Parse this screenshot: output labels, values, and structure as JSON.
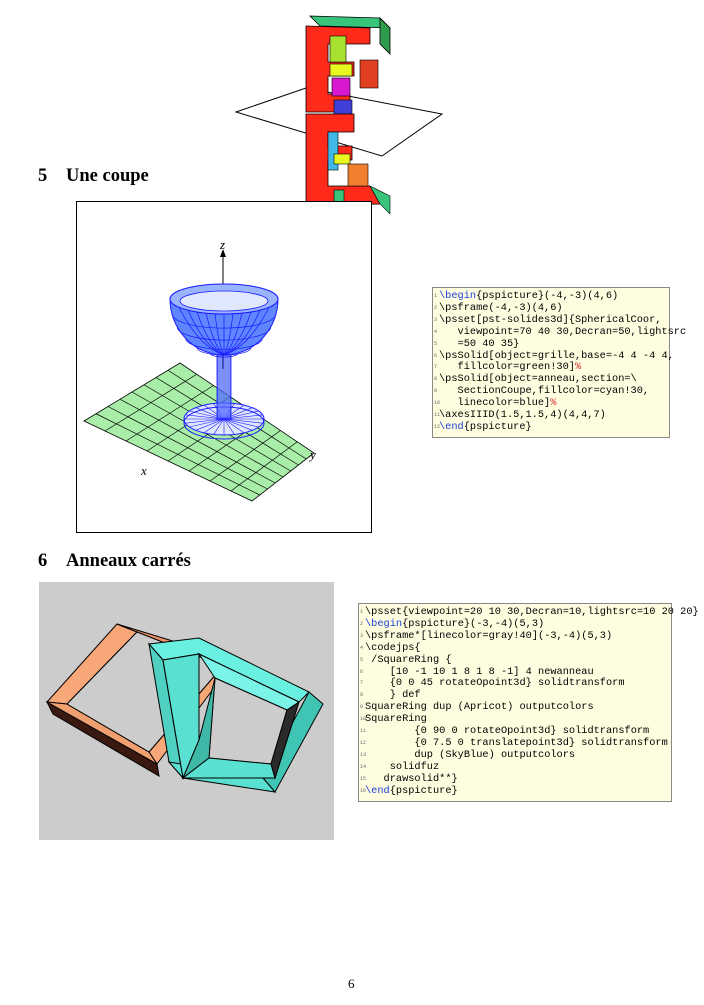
{
  "sections": [
    {
      "number": "5",
      "title": "Une coupe"
    },
    {
      "number": "6",
      "title": "Anneaux carrés"
    }
  ],
  "figure1": {
    "axis_labels": {
      "z": "z",
      "x": "x",
      "y": "y"
    },
    "colors": {
      "grid_fill": "#a8eea8",
      "solid_line": "#1a1aff",
      "solid_fill": "#5580ff"
    }
  },
  "code1": {
    "lines": [
      "\\begin{pspicture}(-4,-3)(4,6)",
      "\\psframe(-4,-3)(4,6)",
      "\\psset[pst-solides3d]{SphericalCoor,",
      "   viewpoint=70 40 30,Decran=50,lightsrc",
      "   =50 40 35}",
      "\\psSolid[object=grille,base=-4 4 -4 4,",
      "   fillcolor=green!30]%",
      "\\psSolid[object=anneau,section=\\",
      "   SectionCoupe,fillcolor=cyan!30,",
      "   linecolor=blue]%",
      "\\axesIIID(1.5,1.5,4)(4,4,7)",
      "\\end{pspicture}"
    ]
  },
  "figure2": {
    "colors": {
      "background": "#cccccc",
      "apricot": "#f8a878",
      "skyblue": "#5ee8d8",
      "edge": "#000000"
    }
  },
  "code2": {
    "lines": [
      "\\psset{viewpoint=20 10 30,Decran=10,lightsrc=10 20 20}",
      "\\begin{pspicture}(-3,-4)(5,3)",
      "\\psframe*[linecolor=gray!40](-3,-4)(5,3)",
      "\\codejps{",
      " /SquareRing {",
      "    [10 -1 10 1 8 1 8 -1] 4 newanneau",
      "    {0 0 45 rotateOpoint3d} solidtransform",
      "    } def",
      "SquareRing dup (Apricot) outputcolors",
      "SquareRing",
      "        {0 90 0 rotateOpoint3d} solidtransform",
      "        {0 7.5 0 translatepoint3d} solidtransform",
      "        dup (SkyBlue) outputcolors",
      "    solidfuz",
      "   drawsolid**}",
      "\\end{pspicture}"
    ]
  },
  "page_number": "6"
}
